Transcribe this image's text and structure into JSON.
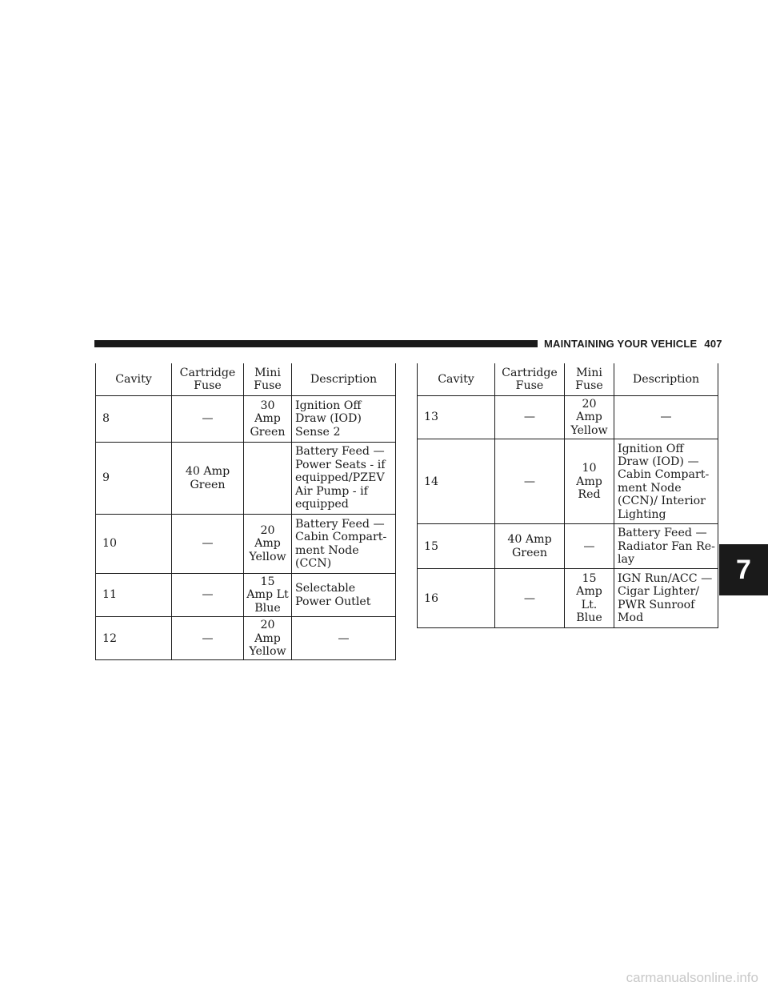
{
  "header": {
    "section_title": "MAINTAINING YOUR VEHICLE",
    "page_number": "407"
  },
  "chapter_tab": "7",
  "columns": {
    "cavity": "Cavity",
    "cartridge_fuse": "Cartridge Fuse",
    "mini_fuse": "Mini Fuse",
    "description": "Description"
  },
  "table_left": {
    "rows": [
      {
        "cavity": "8",
        "cartridge": "—",
        "mini": "30 Amp Green",
        "description": "Ignition Off Draw (IOD) Sense 2"
      },
      {
        "cavity": "9",
        "cartridge": "40 Amp Green",
        "mini": "",
        "description": "Battery Feed — Power Seats - if equipped/PZEV Air Pump - if equipped"
      },
      {
        "cavity": "10",
        "cartridge": "—",
        "mini": "20 Amp Yellow",
        "description": "Battery Feed — Cabin Compart- ment Node (CCN)"
      },
      {
        "cavity": "11",
        "cartridge": "—",
        "mini": "15 Amp Lt Blue",
        "description": "Selectable Power Outlet"
      },
      {
        "cavity": "12",
        "cartridge": "—",
        "mini": "20 Amp Yellow",
        "description": "—"
      }
    ]
  },
  "table_right": {
    "rows": [
      {
        "cavity": "13",
        "cartridge": "—",
        "mini": "20 Amp Yellow",
        "description": "—"
      },
      {
        "cavity": "14",
        "cartridge": "—",
        "mini": "10 Amp Red",
        "description": "Ignition Off Draw (IOD) — Cabin Compart- ment Node (CCN)/ Interior Lighting"
      },
      {
        "cavity": "15",
        "cartridge": "40 Amp Green",
        "mini": "—",
        "description": "Battery Feed — Radiator Fan Re- lay"
      },
      {
        "cavity": "16",
        "cartridge": "—",
        "mini": "15 Amp Lt. Blue",
        "description": "IGN Run/ACC — Cigar Lighter/ PWR Sunroof Mod"
      }
    ]
  },
  "watermark": "carmanualsonline.info"
}
